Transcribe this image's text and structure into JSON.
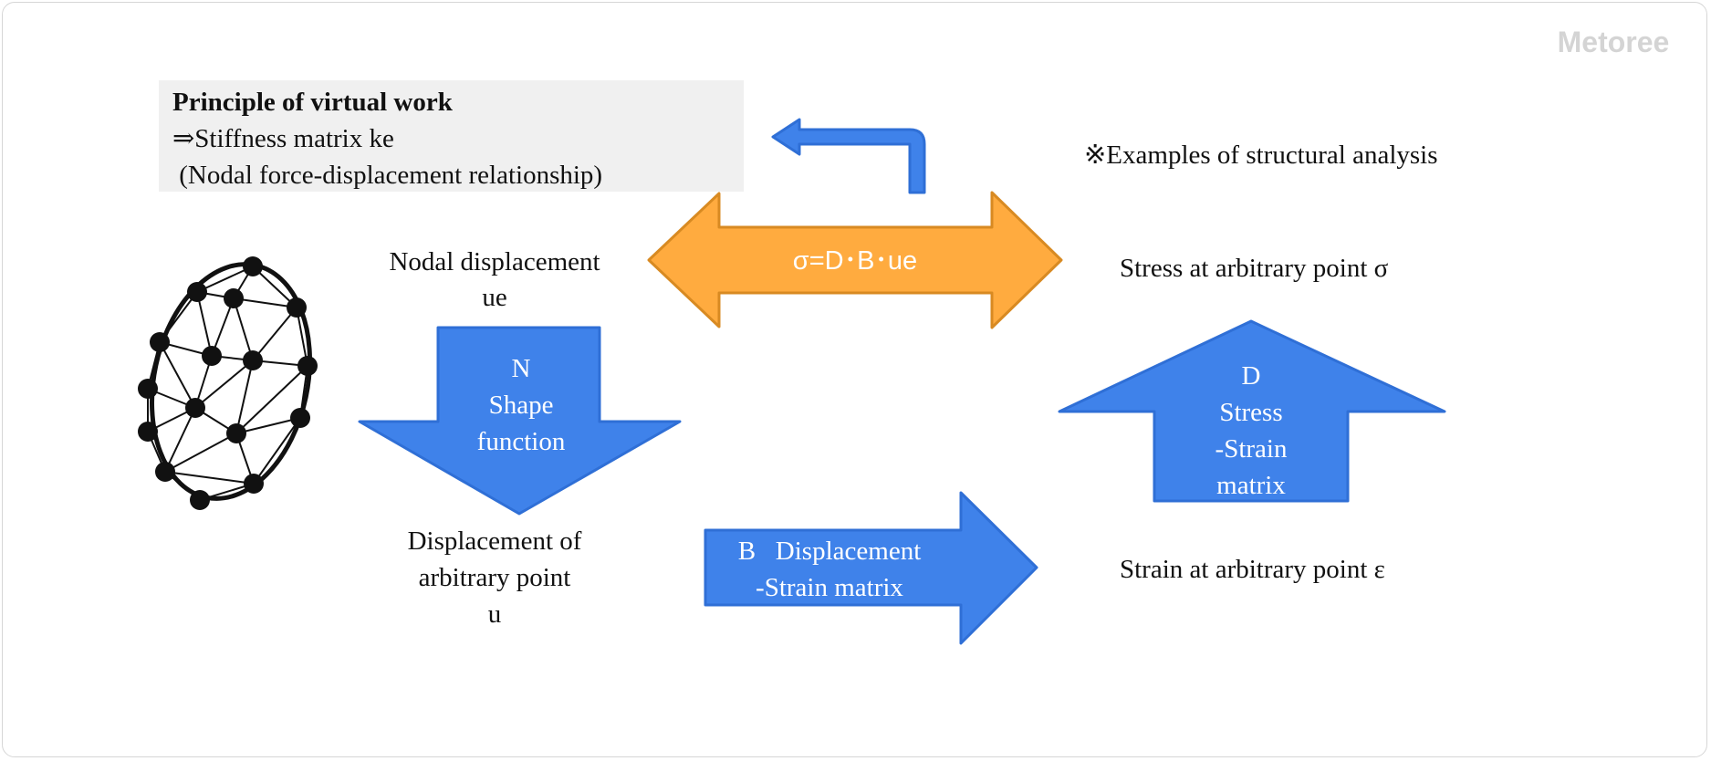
{
  "brand": {
    "watermark": "Metoree"
  },
  "colors": {
    "blue_fill": "#3f82ea",
    "blue_stroke": "#2f6fd6",
    "orange_fill": "#ffab3f",
    "orange_stroke": "#d88a22",
    "box_bg": "#f0f0f0",
    "text": "#111111",
    "watermark": "#d4d4d4"
  },
  "principle_box": {
    "title": "Principle of virtual work",
    "line2": "⇒Stiffness matrix ke",
    "line3": " (Nodal force-displacement relationship)"
  },
  "note": "※Examples of structural analysis",
  "labels": {
    "nodal_line1": "Nodal displacement",
    "nodal_line2": "ue",
    "disp_line1": "Displacement of",
    "disp_line2": "arbitrary point",
    "disp_line3": "u",
    "stress": "Stress at arbitrary point σ",
    "strain": "Strain at arbitrary point ε"
  },
  "arrows": {
    "orange_formula": "σ=D･B･ue",
    "down_line1": "N",
    "down_line2": "Shape",
    "down_line3": "function",
    "right_line1": "B   Displacement",
    "right_line2": "-Strain matrix",
    "up_line1": "D",
    "up_line2": "Stress",
    "up_line3": "-Strain",
    "up_line4": "matrix"
  },
  "mesh": {
    "icon": "fem-mesh-icon"
  }
}
